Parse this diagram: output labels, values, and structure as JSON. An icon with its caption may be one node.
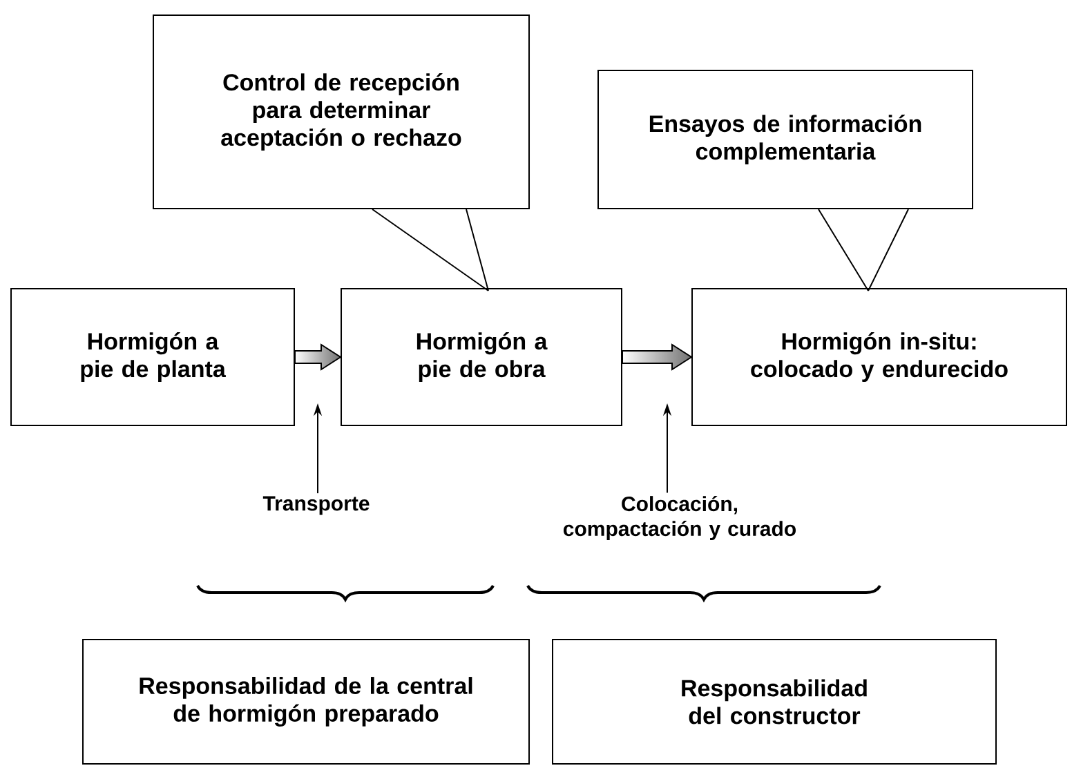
{
  "diagram": {
    "nodes": [
      {
        "text": [
          "Control de recepción para determinar aceptación o rechazo"
        ]
      },
      {
        "text": [
          "Ensayos de información complementaria"
        ]
      },
      {
        "text": [
          "Hormigón a pie de planta"
        ]
      },
      {
        "text": [
          "Hormigón a pie de obra"
        ]
      },
      {
        "text": [
          "Hormigón in-situ: colocado y endurecido"
        ]
      },
      {
        "text": [
          "Transporte"
        ]
      },
      {
        "text": [
          "Colocación, compactación y curado"
        ]
      },
      {
        "text": [
          "Responsabilidad de la central de hormigón preparado"
        ]
      },
      {
        "text": [
          "Responsabilidad del constructor"
        ]
      }
    ],
    "edges": [
      {
        "from": 0,
        "to": 3,
        "arrow": "none"
      },
      {
        "from": 1,
        "to": 4,
        "arrow": "none"
      },
      {
        "from": 2,
        "to": 3,
        "arrow": "to"
      },
      {
        "from": 3,
        "to": 4,
        "arrow": "to"
      },
      {
        "from": 5,
        "to": null,
        "arrow": "to"
      },
      {
        "from": 6,
        "to": null,
        "arrow": "to"
      }
    ]
  }
}
